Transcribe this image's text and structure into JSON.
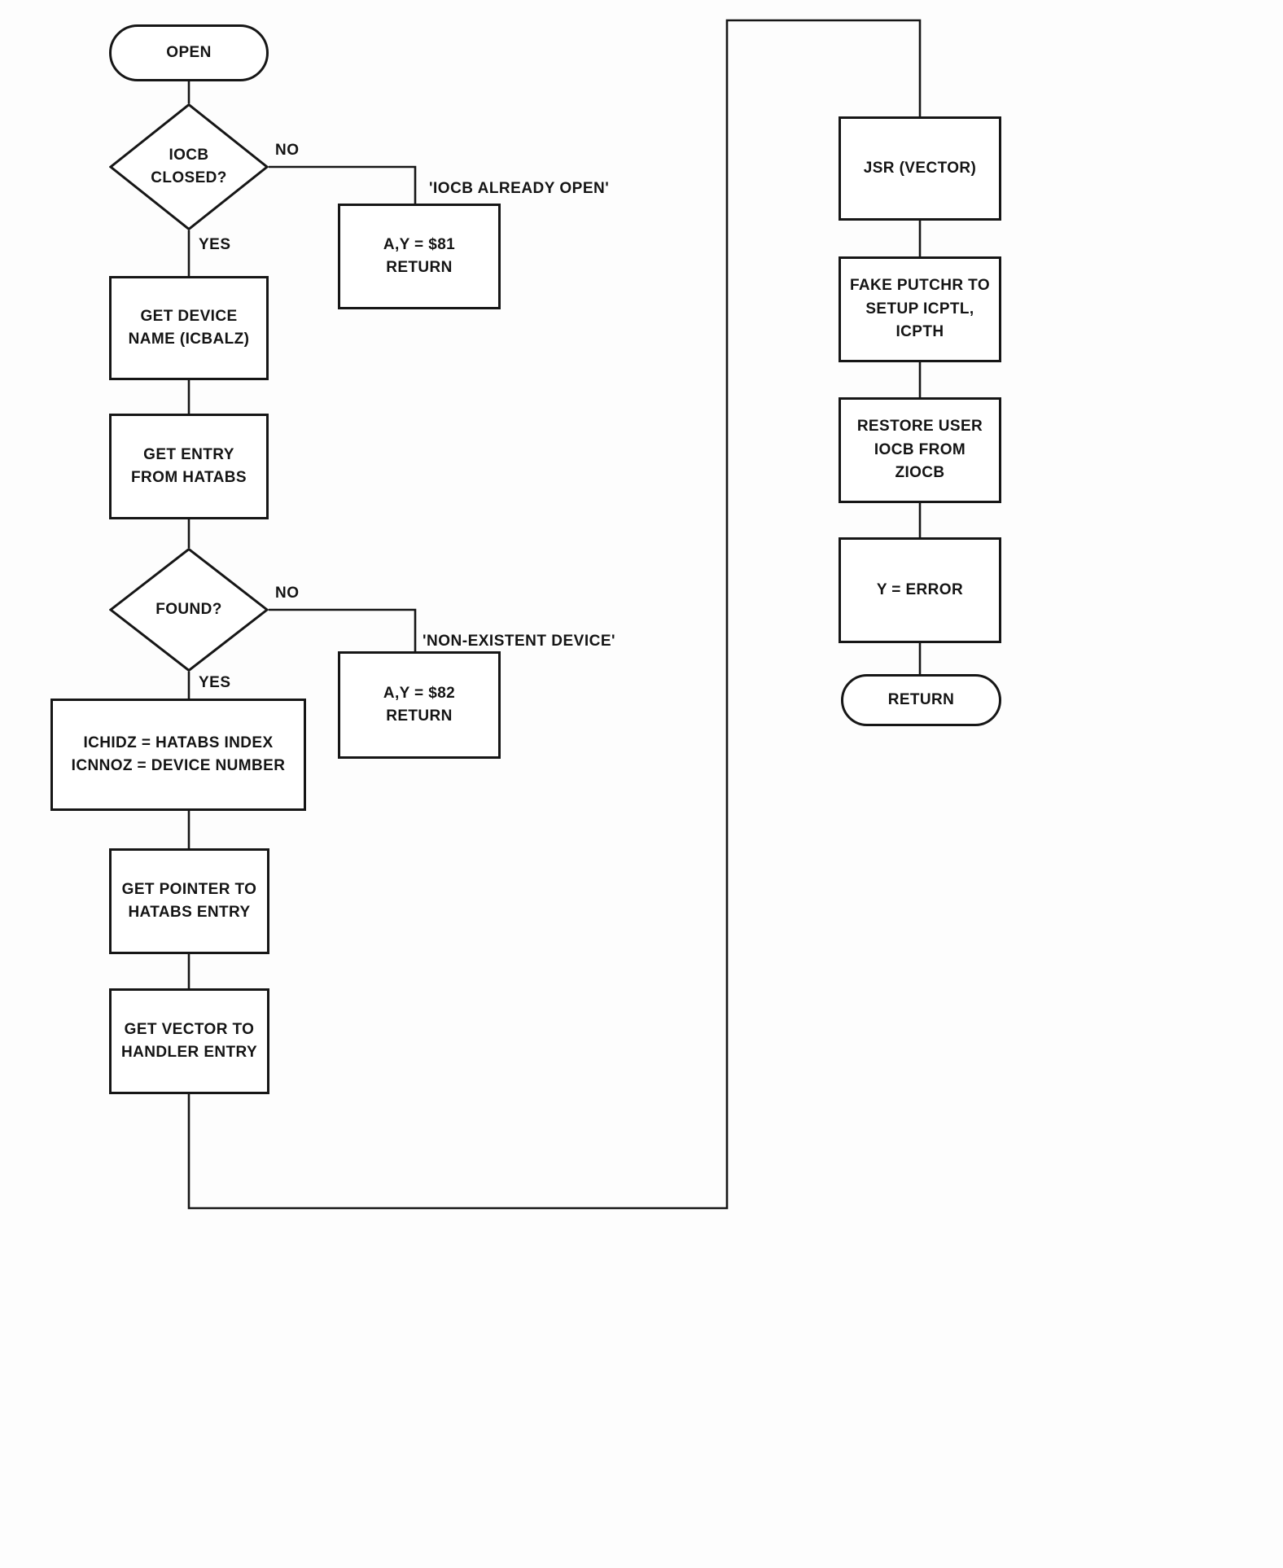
{
  "nodes": {
    "open": {
      "label": "OPEN"
    },
    "iocb_closed": {
      "label": "IOCB\nCLOSED?"
    },
    "iocb_already_open_box": {
      "label": "A,Y =  $81\nRETURN"
    },
    "get_device_name": {
      "label": "GET DEVICE\nNAME (ICBALZ)"
    },
    "get_entry_hatabs": {
      "label": "GET ENTRY\nFROM HATABS"
    },
    "found": {
      "label": "FOUND?"
    },
    "nonexistent_box": {
      "label": "A,Y =  $82\nRETURN"
    },
    "ichidz": {
      "label": "ICHIDZ =  HATABS INDEX\nICNNOZ =  DEVICE NUMBER"
    },
    "get_pointer": {
      "label": "GET POINTER TO\nHATABS ENTRY"
    },
    "get_vector": {
      "label": "GET VECTOR TO\nHANDLER ENTRY"
    },
    "jsr_vector": {
      "label": "JSR (VECTOR)"
    },
    "fake_putchr": {
      "label": "FAKE PUTCHR TO\nSETUP ICPTL,\nICPTH"
    },
    "restore_iocb": {
      "label": "RESTORE USER\nIOCB FROM\nZIOCB"
    },
    "y_error": {
      "label": "Y =  ERROR"
    },
    "return": {
      "label": "RETURN"
    }
  },
  "edge_labels": {
    "no1": "NO",
    "yes1": "YES",
    "no2": "NO",
    "yes2": "YES",
    "iocb_already_open": "'IOCB ALREADY OPEN'",
    "nonexistent_device": "'NON-EXISTENT DEVICE'"
  }
}
